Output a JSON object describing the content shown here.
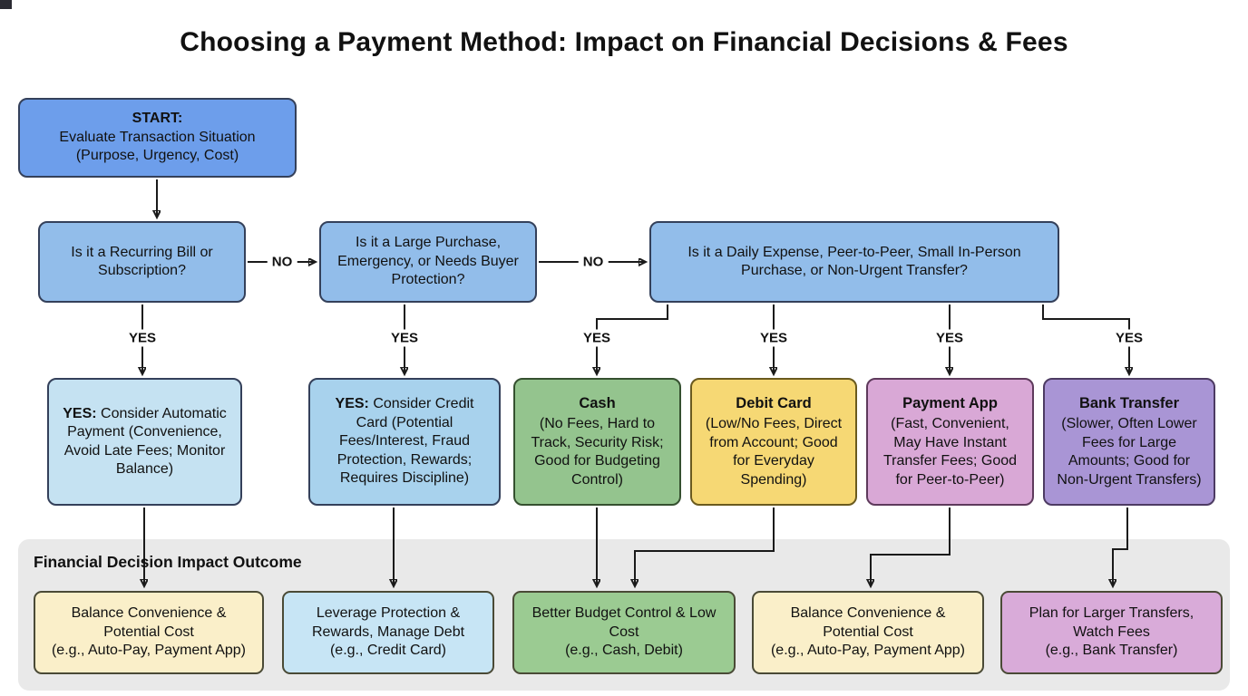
{
  "title": "Choosing a Payment Method: Impact on Financial Decisions & Fees",
  "labels": {
    "no": "NO",
    "yes": "YES"
  },
  "section": {
    "heading": "Financial Decision Impact Outcome",
    "bg": "#e9e9e9"
  },
  "colors": {
    "arrow": "#1a1a1a",
    "decision_fill": "#92bdea",
    "start_fill": "#6d9eeb"
  },
  "nodes": {
    "start": {
      "bold": "START:",
      "text": "Evaluate Transaction Situation (Purpose, Urgency, Cost)",
      "fill": "#6d9eeb"
    },
    "decision_recurring": {
      "text": "Is it a Recurring Bill or Subscription?",
      "fill": "#92bdea"
    },
    "decision_large": {
      "text": "Is it a Large Purchase, Emergency, or Needs Buyer Protection?",
      "fill": "#92bdea"
    },
    "decision_daily": {
      "text": "Is it a Daily Expense, Peer-to-Peer, Small In-Person Purchase, or Non-Urgent Transfer?",
      "fill": "#92bdea"
    },
    "auto_pay": {
      "bold": "YES:",
      "text": "Consider Automatic Payment (Convenience, Avoid Late Fees; Monitor Balance)",
      "fill": "#c5e2f2"
    },
    "credit_card": {
      "bold": "YES:",
      "text": "Consider Credit Card (Potential Fees/Interest, Fraud Protection, Rewards; Requires Discipline)",
      "fill": "#a8d2ed"
    },
    "cash": {
      "bold": "Cash",
      "text": "(No Fees, Hard to Track, Security Risk; Good for Budgeting Control)",
      "fill": "#94c48e"
    },
    "debit_card": {
      "bold": "Debit Card",
      "text": "(Low/No Fees, Direct from Account; Good for Everyday Spending)",
      "fill": "#f6d874"
    },
    "payment_app": {
      "bold": "Payment App",
      "text": "(Fast, Convenient, May Have Instant Transfer Fees; Good for Peer-to-Peer)",
      "fill": "#d9a8d6"
    },
    "bank_transfer": {
      "bold": "Bank Transfer",
      "text": "(Slower, Often Lower Fees for Large Amounts; Good for Non-Urgent Transfers)",
      "fill": "#a995d5"
    }
  },
  "outcomes": {
    "convenience_left": {
      "line1": "Balance Convenience & Potential Cost",
      "line2": "(e.g., Auto-Pay, Payment App)",
      "fill": "#faefc9"
    },
    "protection": {
      "line1": "Leverage Protection & Rewards, Manage Debt",
      "line2": "(e.g., Credit Card)",
      "fill": "#c7e5f5"
    },
    "budget": {
      "line1": "Better Budget Control & Low Cost",
      "line2": "(e.g., Cash, Debit)",
      "fill": "#9bcb92"
    },
    "convenience_right": {
      "line1": "Balance Convenience & Potential Cost",
      "line2": "(e.g., Auto-Pay, Payment App)",
      "fill": "#faefc9"
    },
    "transfers": {
      "line1": "Plan for Larger Transfers, Watch Fees",
      "line2": "(e.g., Bank Transfer)",
      "fill": "#d9abd9"
    }
  }
}
